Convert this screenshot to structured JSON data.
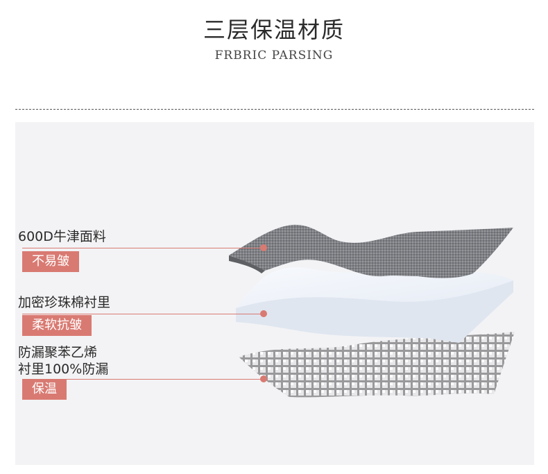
{
  "header": {
    "title": "三层保温材质",
    "subtitle": "FRBRIC PARSING"
  },
  "layers": [
    {
      "name_lines": [
        "600D牛津面料"
      ],
      "feature": "不易皱"
    },
    {
      "name_lines": [
        "加密珍珠棉衬里"
      ],
      "feature": "柔软抗皱"
    },
    {
      "name_lines": [
        "防漏聚苯乙烯",
        "衬里100%防漏"
      ],
      "feature": "保温"
    }
  ],
  "colors": {
    "accent": "#d97a72",
    "fabric": "#7b7d82",
    "foam": "#eef2f8",
    "foil": "#c8c8c8"
  }
}
